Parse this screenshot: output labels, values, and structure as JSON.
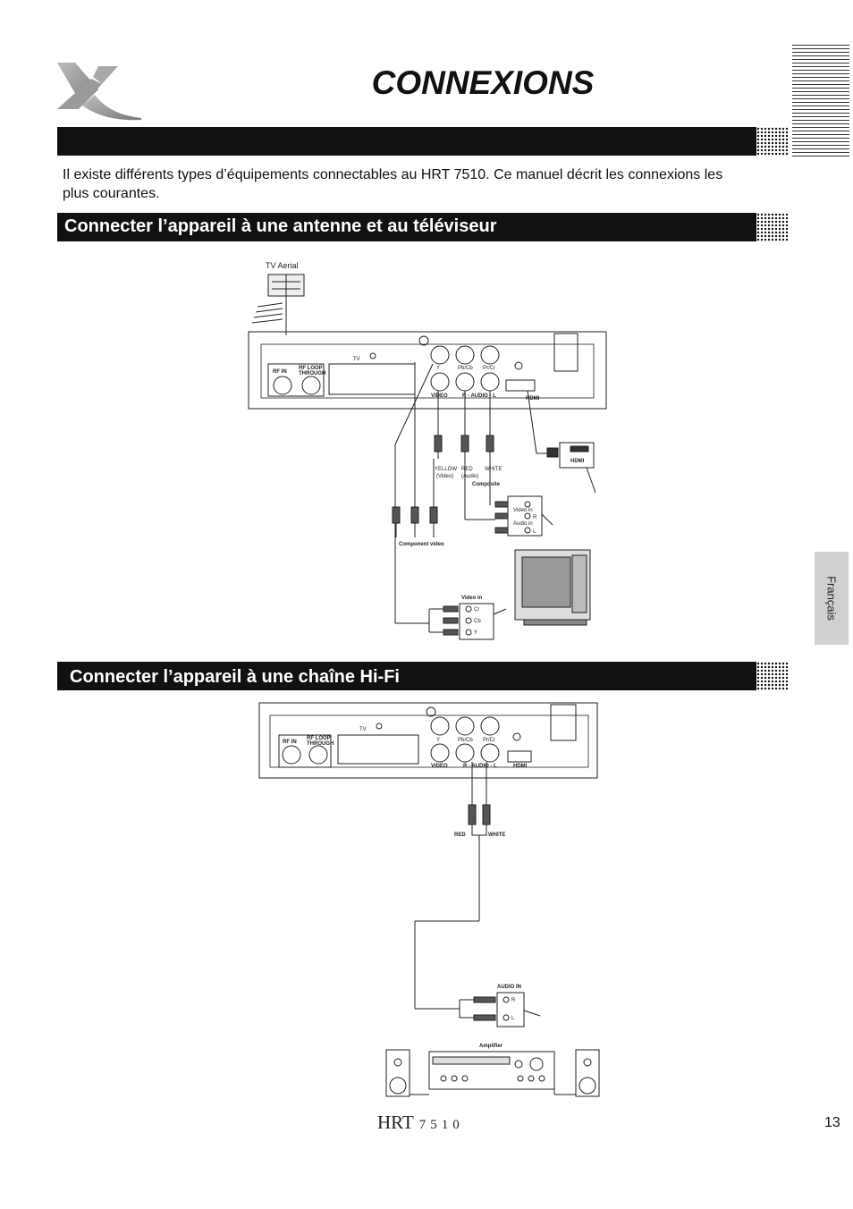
{
  "header": {
    "title": "CONNEXIONS"
  },
  "intro": "Il existe différents types d’équipements connectables au HRT 7510. Ce manuel décrit les connexions les plus courantes.",
  "section1": {
    "heading": "Connecter l’appareil à une antenne et au téléviseur",
    "labels": {
      "tv_aerial": "TV Aerial",
      "tv": "TV",
      "rf_in": "RF IN",
      "rf_loop_1": "RF LOOP",
      "rf_loop_2": "THROUGH",
      "y": "Y",
      "pb": "Pb/Cb",
      "pr": "Pr/Cr",
      "video": "VIDEO",
      "audio": "R - AUDIO - L",
      "hdmi": "HDMI",
      "yellow": "YELLOW",
      "red": "RED",
      "white": "WHITE",
      "video_paren": "(Video)",
      "audio_paren": "(Audio)",
      "composite": "Composite",
      "video_in": "Video in",
      "audio_in": "Audio in",
      "r": "R",
      "l": "L",
      "component_video": "Component video",
      "cr": "Cr",
      "cb": "Cb",
      "y_in": "Y"
    }
  },
  "section2": {
    "heading": "Connecter l’appareil à une chaîne Hi-Fi",
    "labels": {
      "tv": "TV",
      "rf_in": "RF IN",
      "rf_loop_1": "RF LOOP",
      "rf_loop_2": "THROUGH",
      "y": "Y",
      "pb": "Pb/Cb",
      "pr": "Pr/Cr",
      "video": "VIDEO",
      "audio": "R - AUDIO - L",
      "hdmi": "HDMI",
      "red": "RED",
      "white": "WHITE",
      "audio_in": "AUDIO IN",
      "r": "R",
      "l": "L",
      "amplifier": "Amplifier"
    }
  },
  "side_tab": "Français",
  "footer": {
    "model": "HRT",
    "model_number": "7510",
    "page": "13"
  }
}
